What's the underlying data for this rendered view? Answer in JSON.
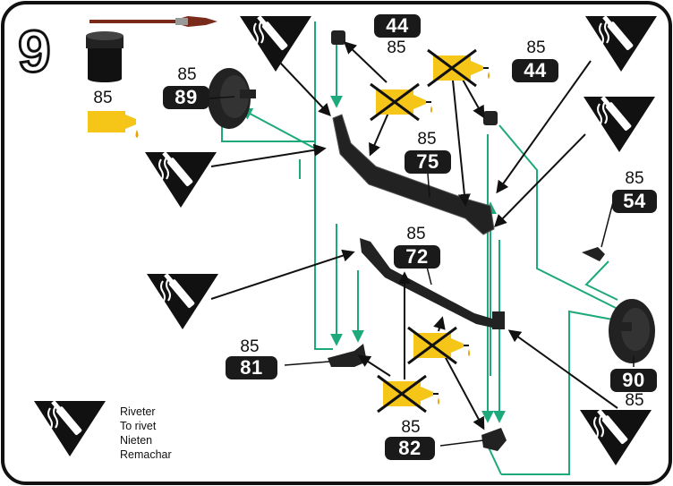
{
  "step": {
    "number": "9"
  },
  "paint_color": "85",
  "part_labels": {
    "p44a": {
      "color": "85",
      "part": "44"
    },
    "p44b": {
      "color": "85",
      "part": "44"
    },
    "p89": {
      "color": "85",
      "part": "89"
    },
    "p75": {
      "color": "85",
      "part": "75"
    },
    "p54": {
      "color": "85",
      "part": "54"
    },
    "p72": {
      "color": "85",
      "part": "72"
    },
    "p81": {
      "color": "85",
      "part": "81"
    },
    "p90": {
      "color": "85",
      "part": "90"
    },
    "p82": {
      "color": "85",
      "part": "82"
    }
  },
  "legend": {
    "lines": [
      "Riveter",
      "To rivet",
      "Nieten",
      "Remachar"
    ]
  },
  "colors": {
    "ink": "#111111",
    "guide_green": "#1ea97c",
    "glue_yellow": "#f5c518",
    "brush_brown": "#7a2a1a"
  }
}
